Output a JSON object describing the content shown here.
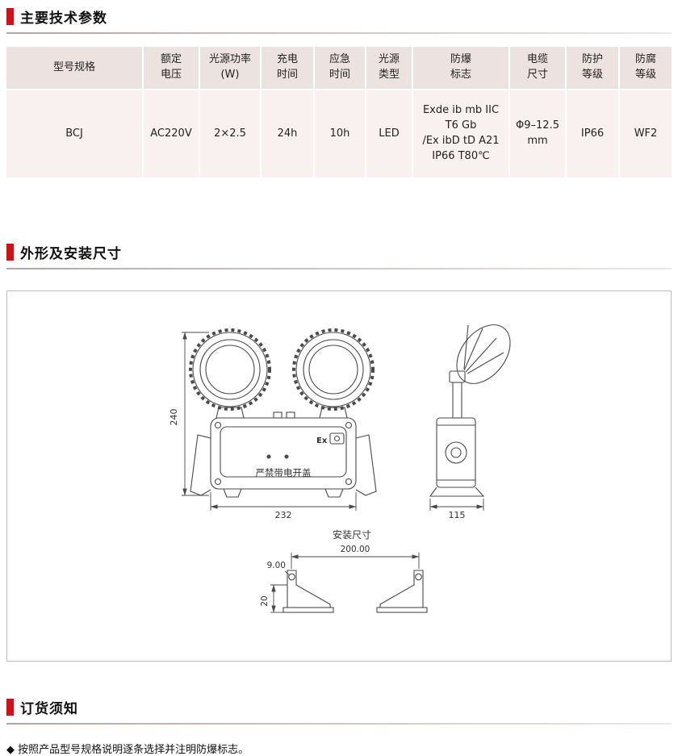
{
  "sections": {
    "params": {
      "title": "主要技术参数"
    },
    "dimensions": {
      "title": "外形及安装尺寸"
    },
    "ordering": {
      "title": "订货须知"
    }
  },
  "table": {
    "headers": [
      "型号规格",
      "额定\n电压",
      "光源功率\n(W)",
      "充电\n时间",
      "应急\n时间",
      "光源\n类型",
      "防爆\n标志",
      "电缆\n尺寸",
      "防护\n等级",
      "防腐\n等级"
    ],
    "row": [
      "BCJ",
      "AC220V",
      "2×2.5",
      "24h",
      "10h",
      "LED",
      "Exde ib mb IIC\nT6 Gb\n/Ex ibD tD A21\nIP66 T80℃",
      "Φ9–12.5\nmm",
      "IP66",
      "WF2"
    ]
  },
  "drawing": {
    "front_height": "240",
    "front_width": "232",
    "side_width": "115",
    "ex_label": "Ex",
    "warning_text": "严禁带电开盖",
    "install_title": "安装尺寸",
    "install_span": "200.00",
    "hole_dia": "9.00",
    "foot_height": "20"
  },
  "ordering": {
    "note": "◆ 按照产品型号规格说明逐条选择并注明防爆标志。"
  },
  "colors": {
    "accent_red": "#cf1118",
    "table_header_bg": "#ece2e0",
    "table_body_bg": "#f8f1ef"
  }
}
